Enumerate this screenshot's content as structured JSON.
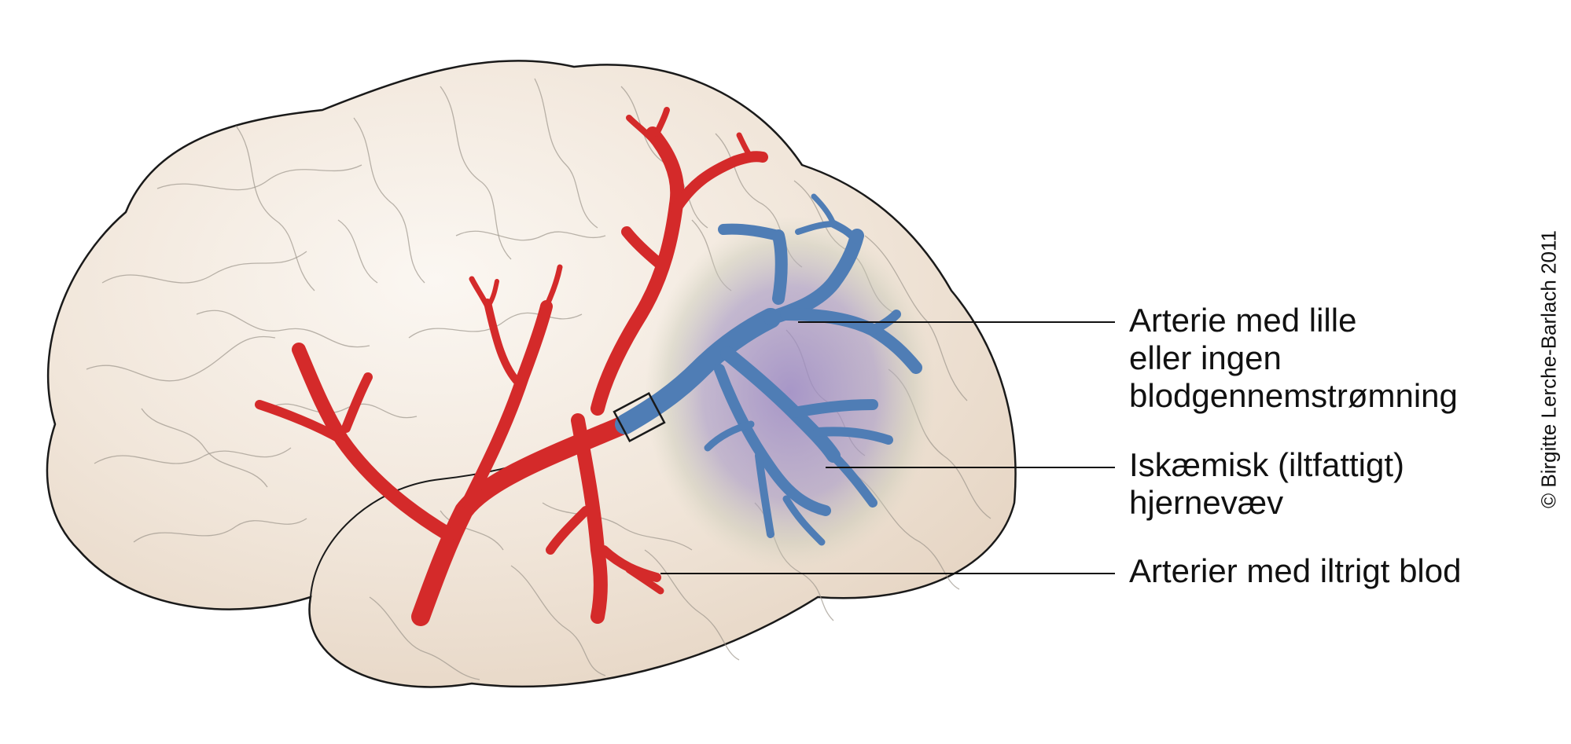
{
  "labels": {
    "artery_blocked": [
      "Arterie med lille",
      "eller ingen",
      "blodgennemstrømning"
    ],
    "ischemic_tissue": [
      "Iskæmisk (iltfattigt)",
      "hjernevæv"
    ],
    "oxygen_rich_arteries": [
      "Arterier med iltrigt blod"
    ]
  },
  "credit": "© Birgitte Lerche-Barlach 2011",
  "colors": {
    "brain_fill": "#efe3d6",
    "brain_outline": "#1a1a1a",
    "artery_red": "#d42a2a",
    "artery_blocked_blue": "#4f7db5",
    "ischemic_zone": "#9f8fc2"
  }
}
